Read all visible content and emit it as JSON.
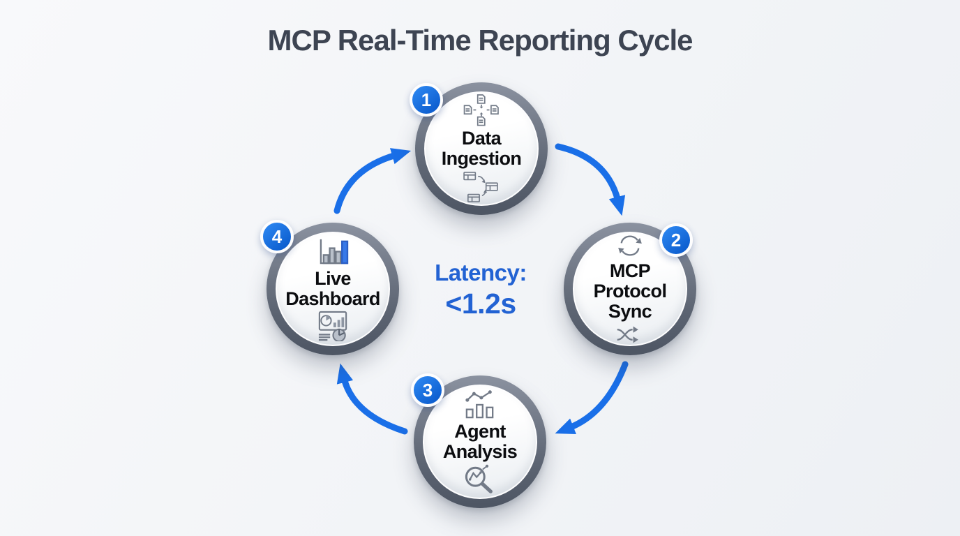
{
  "title": "MCP Real-Time Reporting Cycle",
  "center": {
    "label": "Latency:",
    "value": "<1.2s"
  },
  "colors": {
    "background": "#f3f5f8",
    "title_gray": "#3d4452",
    "ring_gray": "#5d6573",
    "accent_blue": "#1a6fe8",
    "badge_blue": "#0d5ecf",
    "latency_blue": "#2262d3",
    "icon_gray": "#727a87",
    "bar_blue": "#3779e8"
  },
  "nodes": [
    {
      "number": "1",
      "position": "top",
      "label_line1": "Data",
      "label_line2": "Ingestion",
      "top_icon": "documents-merge-icon",
      "bottom_icon": "data-flow-icon"
    },
    {
      "number": "2",
      "position": "right",
      "label_line1": "MCP",
      "label_line2": "Protocol",
      "label_line3": "Sync",
      "top_icon": "sync-icon",
      "bottom_icon": "shuffle-icon"
    },
    {
      "number": "3",
      "position": "bottom",
      "label_line1": "Agent",
      "label_line2": "Analysis",
      "top_icon": "trend-chart-icon",
      "bottom_icon": "magnifier-chart-icon"
    },
    {
      "number": "4",
      "position": "left",
      "label_line1": "Live",
      "label_line2": "Dashboard",
      "top_icon": "bar-chart-icon",
      "bottom_icon": "dashboard-report-icon"
    }
  ],
  "arrows": [
    {
      "from": "1",
      "to": "2"
    },
    {
      "from": "2",
      "to": "3"
    },
    {
      "from": "3",
      "to": "4"
    },
    {
      "from": "4",
      "to": "1"
    }
  ]
}
